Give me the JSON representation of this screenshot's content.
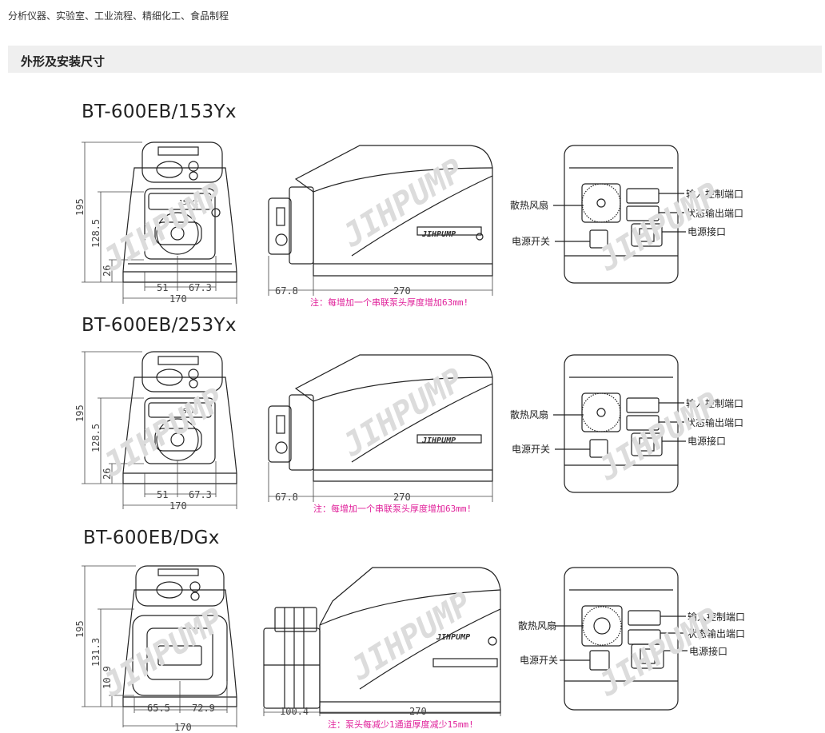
{
  "header_line": "分析仪器、实验室、工业流程、精细化工、食品制程",
  "section_title": "外形及安装尺寸",
  "watermark": "JIHPUMP",
  "logo_text": "JIHPUMP",
  "products": [
    {
      "model": "BT-600EB/153Yx",
      "dims": {
        "height": "195",
        "mid_height": "128.5",
        "bottom": "26",
        "left_w": "51",
        "right_w": "67.3",
        "width": "170",
        "head_depth": "67.8",
        "depth": "270"
      },
      "note": "注：每增加一个串联泵头厚度增加63mm!",
      "head_label": "153Yx",
      "labels": {
        "fan": "散热风扇",
        "switch": "电源开关",
        "input": "输入控制端口",
        "output": "状态输出端口",
        "power": "电源接口"
      }
    },
    {
      "model": "BT-600EB/253Yx",
      "dims": {
        "height": "195",
        "mid_height": "128.5",
        "bottom": "26",
        "left_w": "51",
        "right_w": "67.3",
        "width": "170",
        "head_depth": "67.8",
        "depth": "270"
      },
      "note": "注：每增加一个串联泵头厚度增加63mm!",
      "head_label": "253Yx",
      "labels": {
        "fan": "散热风扇",
        "switch": "电源开关",
        "input": "输入控制端口",
        "output": "状态输出端口",
        "power": "电源接口"
      }
    },
    {
      "model": "BT-600EB/DGx",
      "dims": {
        "height": "195",
        "mid_height": "131.3",
        "bottom": "10.9",
        "left_w": "65.5",
        "right_w": "72.9",
        "width": "170",
        "head_depth": "100.4",
        "depth": "270"
      },
      "note": "注：泵头每减少1通道厚度减少15mm!",
      "head_label": "",
      "labels": {
        "fan": "散热风扇",
        "switch": "电源开关",
        "input": "输入控制端口",
        "output": "状态输出端口",
        "power": "电源接口"
      }
    }
  ],
  "colors": {
    "note": "#e0209a",
    "line": "#222222",
    "watermark": "#d9d9d9",
    "header_bg": "#efefef"
  }
}
